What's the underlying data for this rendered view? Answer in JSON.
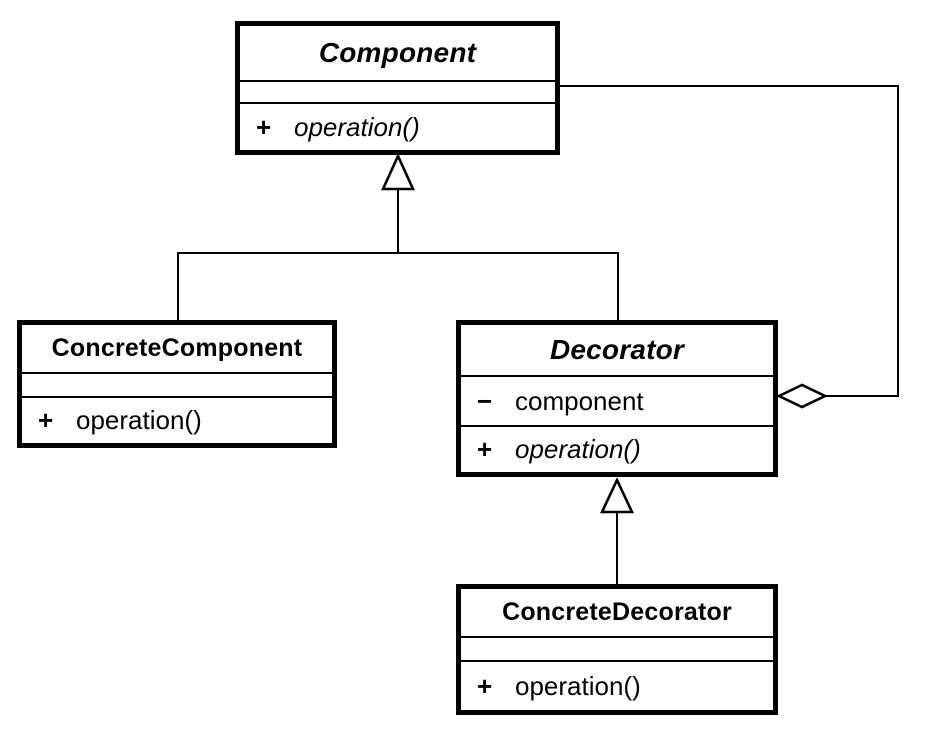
{
  "diagram": {
    "kind": "uml-class-diagram",
    "pattern": "Decorator",
    "colors": {
      "stroke": "#000000",
      "fill": "#ffffff"
    },
    "classes": {
      "component": {
        "name": "Component",
        "abstract": true,
        "attributes": [],
        "operations": [
          {
            "visibility": "+",
            "signature": "operation()",
            "abstract": true
          }
        ]
      },
      "concreteComponent": {
        "name": "ConcreteComponent",
        "abstract": false,
        "attributes": [],
        "operations": [
          {
            "visibility": "+",
            "signature": "operation()",
            "abstract": false
          }
        ]
      },
      "decorator": {
        "name": "Decorator",
        "abstract": true,
        "attributes": [
          {
            "visibility": "−",
            "signature": "component"
          }
        ],
        "operations": [
          {
            "visibility": "+",
            "signature": "operation()",
            "abstract": true
          }
        ]
      },
      "concreteDecorator": {
        "name": "ConcreteDecorator",
        "abstract": false,
        "attributes": [],
        "operations": [
          {
            "visibility": "+",
            "signature": "operation()",
            "abstract": false
          }
        ]
      }
    },
    "relationships": [
      {
        "type": "generalization",
        "from": "ConcreteComponent",
        "to": "Component"
      },
      {
        "type": "generalization",
        "from": "Decorator",
        "to": "Component"
      },
      {
        "type": "generalization",
        "from": "ConcreteDecorator",
        "to": "Decorator"
      },
      {
        "type": "aggregation",
        "owner": "Decorator",
        "part": "Component"
      }
    ]
  }
}
